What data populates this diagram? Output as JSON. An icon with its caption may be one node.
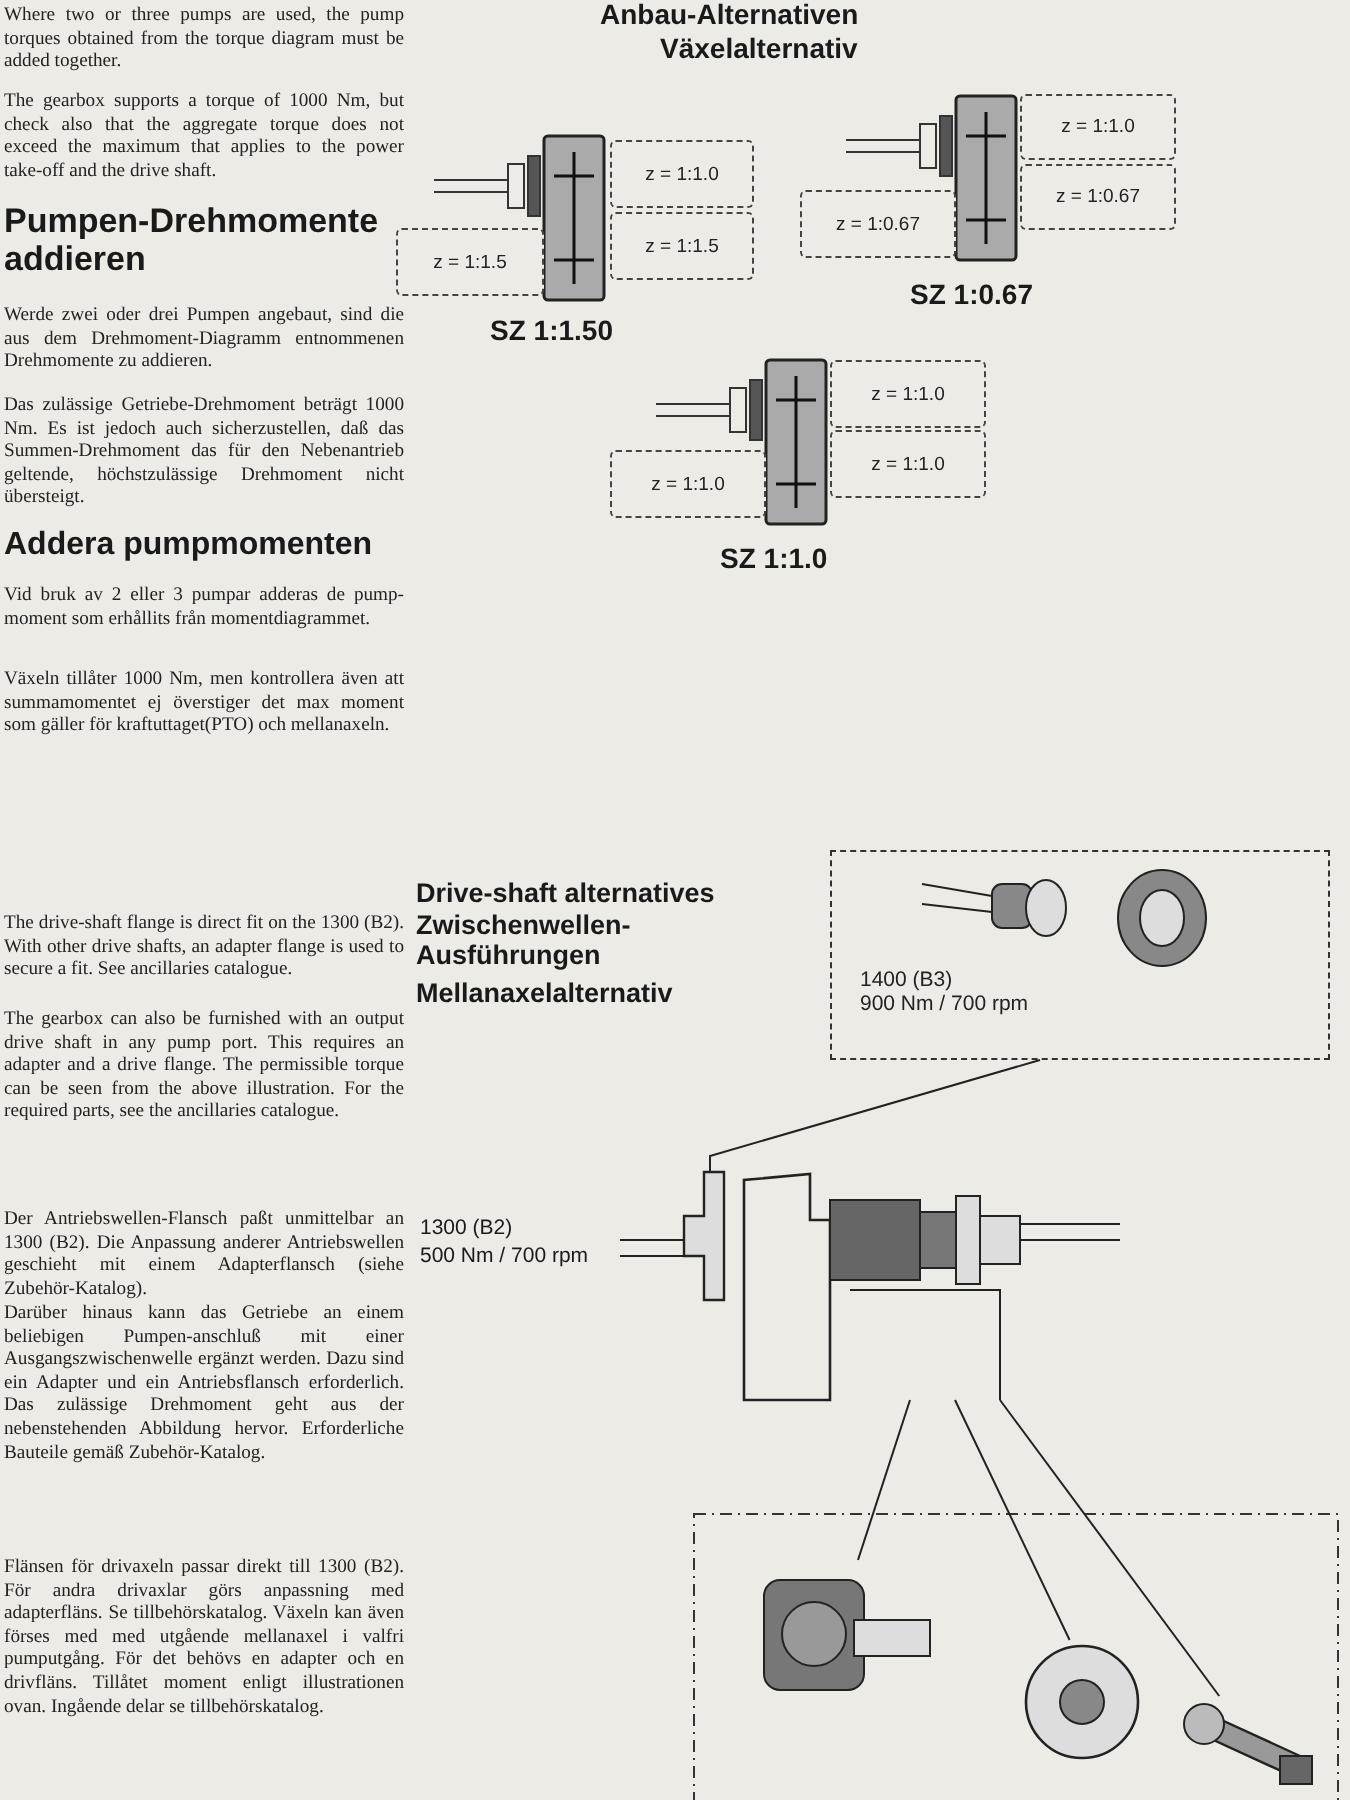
{
  "diagram": {
    "nodes": [
      {
        "text": [
          "z = 1:1.0"
        ]
      },
      {
        "text": [
          "z = 1:1.5"
        ]
      },
      {
        "text": [
          "z = 1:1.5"
        ]
      },
      {
        "text": [
          "z = 1:1.0"
        ]
      },
      {
        "text": [
          "z = 1:0.67"
        ]
      },
      {
        "text": [
          "z = 1:0.67"
        ]
      },
      {
        "text": [
          "z = 1:1.0"
        ]
      },
      {
        "text": [
          "z = 1:1.0"
        ]
      },
      {
        "text": [
          "z = 1:1.0"
        ]
      },
      {
        "text": [
          "1400 (B3)",
          "900 Nm / 700 rpm"
        ]
      },
      {
        "text": [],
        "shape": "picture"
      },
      {
        "text": [],
        "shape": "picture"
      },
      {
        "text": [],
        "shape": "picture"
      },
      {
        "text": [],
        "shape": "picture"
      }
    ],
    "edges": [
      {
        "from": 9,
        "to": 10,
        "arrow": "none"
      },
      {
        "from": 10,
        "to": 11,
        "arrow": "none"
      },
      {
        "from": 10,
        "to": 12,
        "arrow": "none"
      },
      {
        "from": 10,
        "to": 13,
        "arrow": "none"
      }
    ],
    "labels": [
      "Anbau-Alternativen",
      "Växelalternativ",
      "Where two or three pumps are used, the pump torques obtained from the torque diagram must be added together.",
      "The gearbox supports a torque of 1000 Nm, but check also that the aggregate torque does not exceed the maximum that applies to the power take-off and the drive shaft.",
      "Pumpen-Drehmomente addieren",
      "Werde zwei oder drei Pumpen angebaut, sind die aus dem Drehmoment-Diagramm entnommenen Drehmomente zu addieren.",
      "Das zulässige Getriebe-Drehmoment beträgt 1000 Nm. Es ist jedoch auch sicherzustellen, daß das Summen-Drehmoment das für den Nebenantrieb geltende, höchstzulässige Drehmoment nicht übersteigt.",
      "Addera pumpmomenten",
      "Vid bruk av 2 eller 3 pumpar adderas de pump-moment som erhållits från momentdiagrammet.",
      "Växeln tillåter 1000 Nm, men kontrollera även att summamomentet ej överstiger det max moment som gäller för kraftuttaget(PTO) och mellanaxeln.",
      "SZ 1:1.50",
      "SZ 1:0.67",
      "SZ 1:1.0",
      "The drive-shaft flange is direct fit on the 1300 (B2). With other drive shafts, an adapter flange is used to secure a fit. See ancillaries catalogue.",
      "The gearbox can also be furnished with an output drive shaft in any pump port. This requires an adapter and a drive flange. The permissible torque can be seen from the above illustration. For the required parts, see the ancillaries catalogue.",
      "Drive-shaft alternatives",
      "Zwischenwellen-Ausführungen",
      "Mellanaxelalternativ",
      "1300 (B2)",
      "500 Nm / 700 rpm",
      "Der Antriebswellen-Flansch paßt unmittelbar an 1300 (B2). Die Anpassung anderer Antriebswellen geschieht mit einem Adapterflansch (siehe Zubehör-Katalog).",
      "Darüber hinaus kann das Getriebe an einem beliebigen Pumpen-anschluß mit einer Ausgangszwischenwelle ergänzt werden. Dazu sind ein Adapter und ein Antriebsflansch erforderlich. Das zulässige Drehmoment geht aus der nebenstehenden Abbildung hervor. Erforderliche Bauteile gemäß Zubehör-Katalog.",
      "Flänsen för drivaxeln passar direkt till 1300 (B2). För andra drivaxlar görs anpassning med adapterfläns. Se tillbehörskatalog. Växeln kan även förses med med utgående mellanaxel i valfri pumputgång. För det behövs en adapter och en drivfläns. Tillåtet moment enligt illustrationen ovan. Ingående delar se tillbehörskatalog."
    ]
  }
}
